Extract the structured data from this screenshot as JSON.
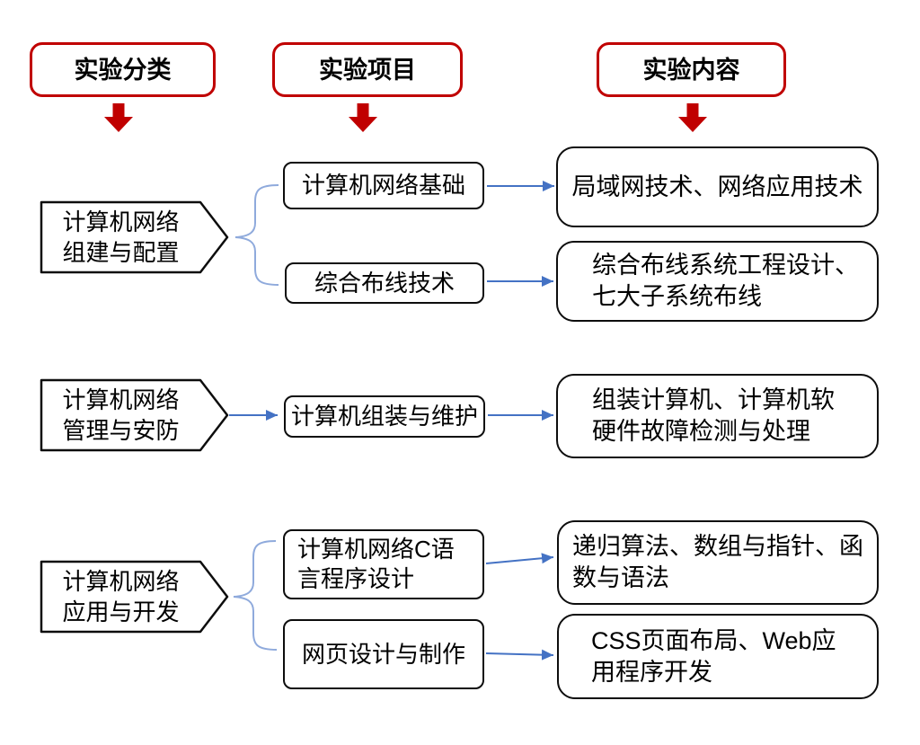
{
  "columns": [
    {
      "label": "实验分类"
    },
    {
      "label": "实验项目"
    },
    {
      "label": "实验内容"
    }
  ],
  "groups": [
    {
      "category": "计算机网络\n组建与配置",
      "projects": [
        {
          "name": "计算机网络基础",
          "content": "局域网技术、网络应用技术"
        },
        {
          "name": "综合布线技术",
          "content": "综合布线系统工程设计、\n七大子系统布线"
        }
      ]
    },
    {
      "category": "计算机网络\n管理与安防",
      "projects": [
        {
          "name": "计算机组装与维护",
          "content": "组装计算机、计算机软\n硬件故障检测与处理"
        }
      ]
    },
    {
      "category": "计算机网络\n应用与开发",
      "projects": [
        {
          "name": "计算机网络C语\n言程序设计",
          "content": "递归算法、数组与指针、函\n数与语法"
        },
        {
          "name": "网页设计与制作",
          "content": "CSS页面布局、Web应\n用程序开发"
        }
      ]
    }
  ],
  "colors": {
    "header_border": "#C00000",
    "down_arrow": "#C00000",
    "flow_arrow": "#4472C4",
    "brace_connector": "#8FAADC",
    "shape_border": "#0D0D0D",
    "background": "#FFFFFF",
    "text": "#000000"
  }
}
